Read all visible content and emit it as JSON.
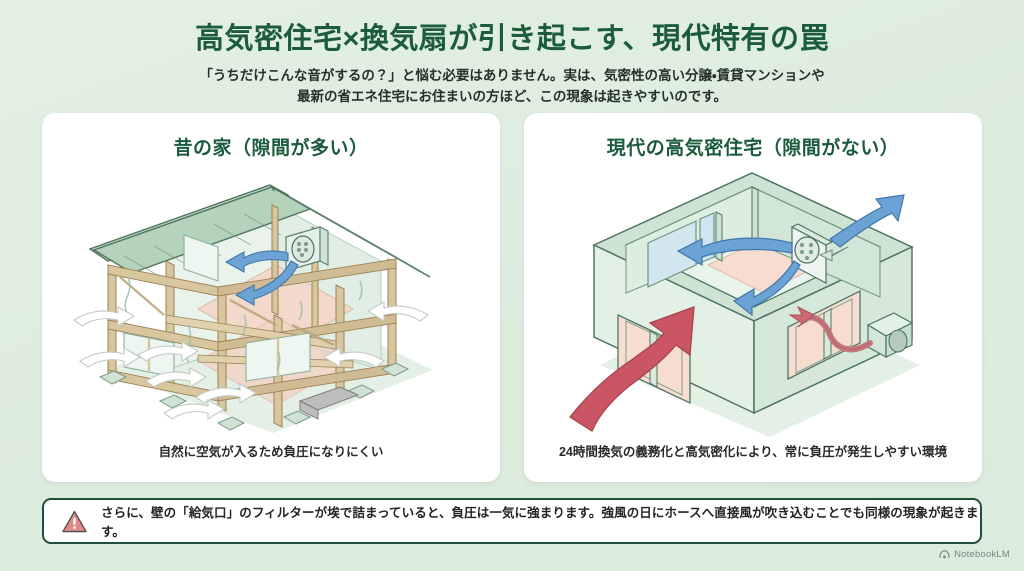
{
  "theme": {
    "background": "#dfeee1",
    "panel_bg": "#ffffff",
    "heading_green": "#1c5c3c",
    "border_green": "#1f4f39",
    "arrow_blue": "#5b9bd0",
    "arrow_red": "#cf5360",
    "warn_triangle": "#e38b86",
    "wood": "#d8c9a3",
    "roof_green": "#b6d2bc",
    "floor_peach": "#f2d9cb"
  },
  "header": {
    "title": "高気密住宅×換気扇が引き起こす、現代特有の罠",
    "subtitle_line1": "「うちだけこんな音がするの？」と悩む必要はありません。実は、気密性の高い分譲・賃貸マンションや",
    "subtitle_line2": "最新の省エネ住宅にお住まいの方ほど、この現象は起きやすいのです。"
  },
  "panels": [
    {
      "id": "old-house",
      "title": "昔の家（隙間が多い）",
      "caption": "自然に空気が入るため負圧になりにくい",
      "illustration": "old-timber-frame-house-isometric-cutaway",
      "arrow_inflow_color": "#ffffff",
      "arrow_fan_color": "#5b9bd0"
    },
    {
      "id": "modern-house",
      "title": "現代の高気密住宅（隙間がない）",
      "caption": "24時間換気の義務化と高気密化により、常に負圧が発生しやすい環境",
      "illustration": "modern-airtight-house-isometric-box",
      "arrow_exhaust_color": "#5b9bd0",
      "arrow_backdraft_color": "#cf5360"
    }
  ],
  "warning": {
    "icon": "warning-triangle-icon",
    "text": "さらに、壁の「給気口」のフィルターが埃で詰まっていると、負圧は一気に強まります。強風の日にホースへ直接風が吹き込むことでも同様の現象が起きます。"
  },
  "watermark": {
    "icon": "notebooklm-logo-icon",
    "label": "NotebookLM"
  }
}
